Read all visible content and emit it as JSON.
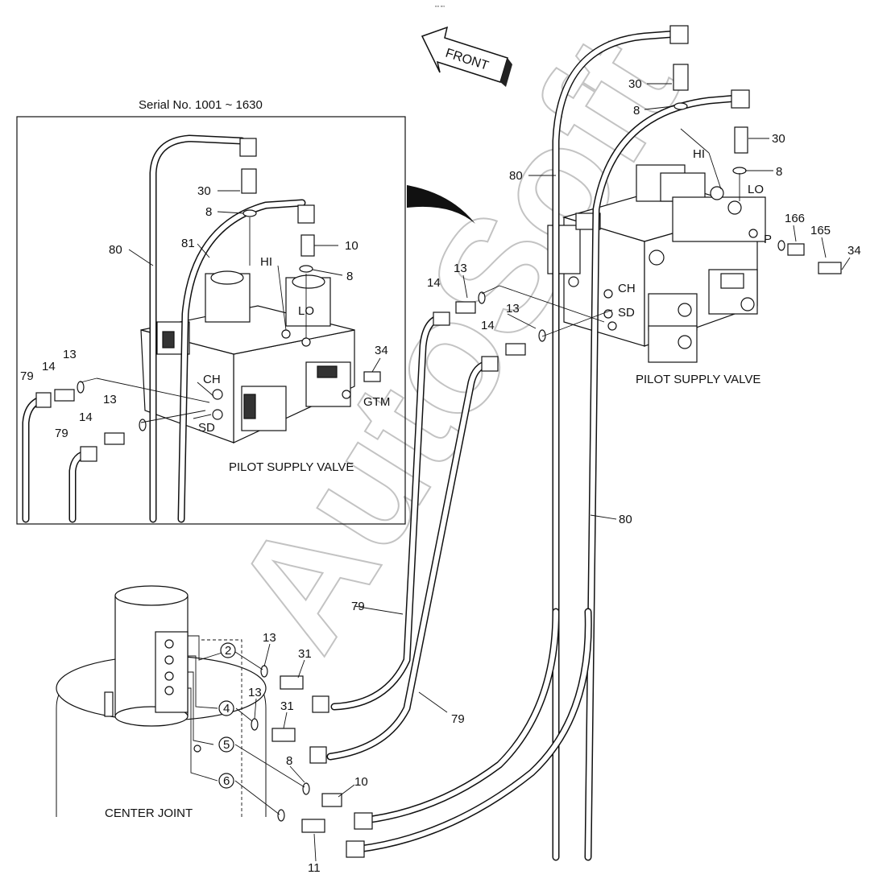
{
  "header_mark": "\"\" \"\"",
  "watermark": "AutoSoft",
  "front_arrow": "FRONT",
  "inset": {
    "title": "Serial No. 1001 ~ 1630",
    "valve_label": "PILOT SUPPLY VALVE",
    "ports": {
      "hi": "HI",
      "lo": "LO",
      "ch": "CH",
      "sd": "SD",
      "gtm": "GTM"
    },
    "callouts": {
      "p80": "80",
      "p81": "81",
      "p30": "30",
      "p8a": "8",
      "p8b": "8",
      "p10": "10",
      "p34": "34",
      "p13a": "13",
      "p14a": "14",
      "p79a": "79",
      "p13b": "13",
      "p14b": "14",
      "p79b": "79"
    }
  },
  "main": {
    "valve_label": "PILOT SUPPLY VALVE",
    "center_joint_label": "CENTER JOINT",
    "ports": {
      "hi": "HI",
      "lo": "LO",
      "ch": "CH",
      "sd": "SD",
      "p": "P"
    },
    "callouts": {
      "p30a": "30",
      "p8a": "8",
      "p30b": "30",
      "p8b": "8",
      "p80a": "80",
      "p80b": "80",
      "p166": "166",
      "p165": "165",
      "p34": "34",
      "p13a": "13",
      "p14a": "14",
      "p13b": "13",
      "p14b": "14",
      "p79a": "79",
      "p79b": "79",
      "p13c": "13",
      "p31a": "31",
      "p13d": "13",
      "p31b": "31",
      "p8c": "8",
      "p10": "10",
      "p11": "11"
    },
    "circled": {
      "c2": "2",
      "c4": "4",
      "c5": "5",
      "c6": "6"
    }
  }
}
